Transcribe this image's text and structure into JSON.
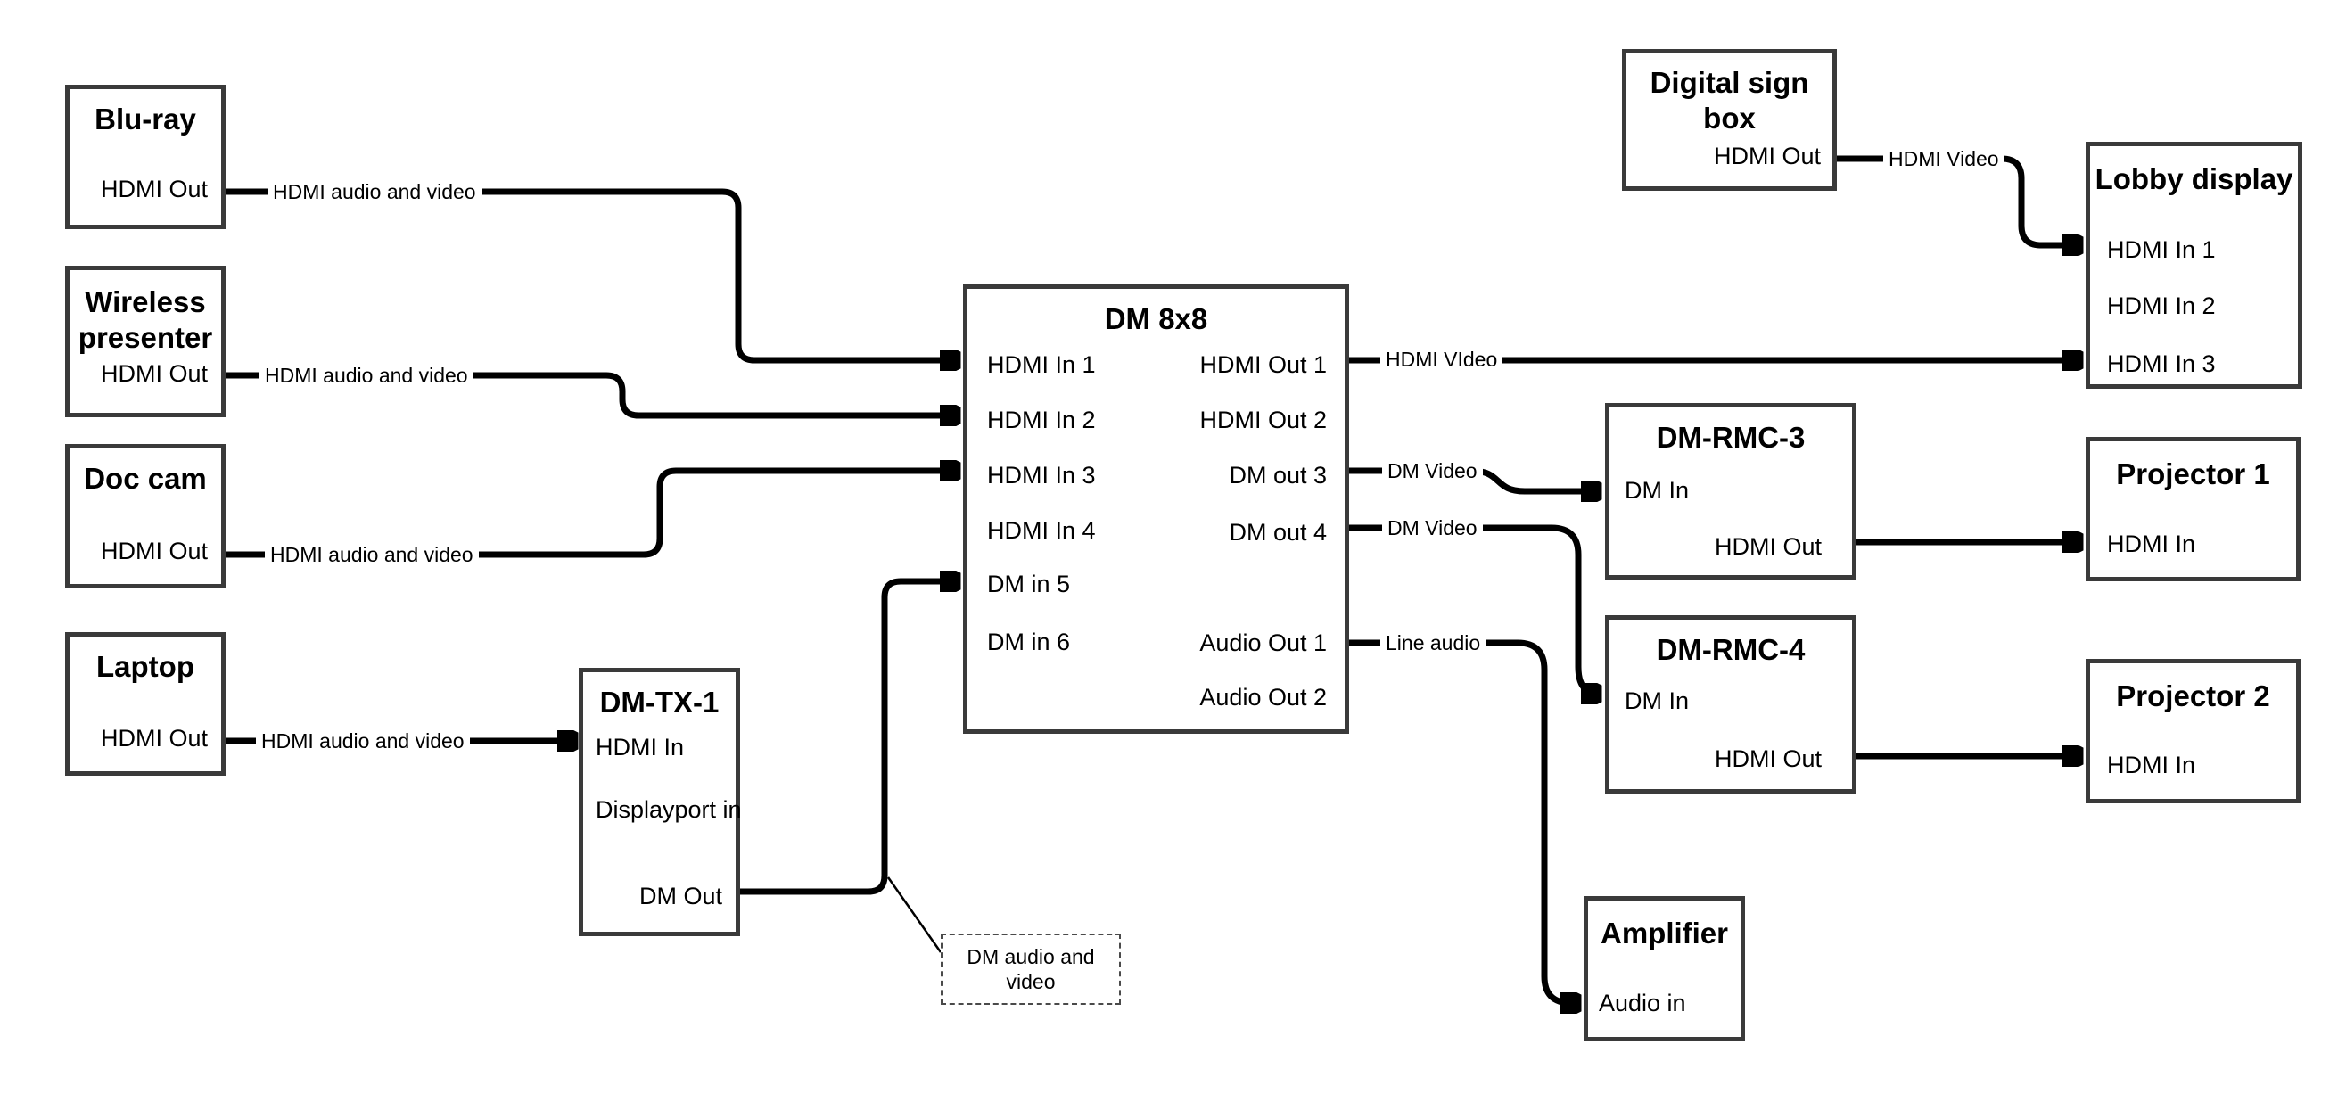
{
  "boxes": {
    "bluray": {
      "title": "Blu-ray",
      "port_hdmi_out": "HDMI Out"
    },
    "wireless_presenter": {
      "title": "Wireless presenter",
      "port_hdmi_out": "HDMI Out"
    },
    "doc_cam": {
      "title": "Doc cam",
      "port_hdmi_out": "HDMI Out"
    },
    "laptop": {
      "title": "Laptop",
      "port_hdmi_out": "HDMI Out"
    },
    "dm_tx_1": {
      "title": "DM-TX-1",
      "port_hdmi_in": "HDMI In",
      "port_displayport_in": "Displayport in",
      "port_dm_out": "DM Out"
    },
    "dm_8x8": {
      "title": "DM 8x8",
      "inputs": [
        "HDMI In 1",
        "HDMI In 2",
        "HDMI In 3",
        "HDMI In 4",
        "DM in 5",
        "DM in 6"
      ],
      "outputs": [
        "HDMI Out 1",
        "HDMI Out 2",
        "DM out 3",
        "DM out 4",
        "Audio Out 1",
        "Audio Out 2"
      ]
    },
    "digital_sign_box": {
      "title": "Digital sign box",
      "port_hdmi_out": "HDMI Out"
    },
    "lobby_display": {
      "title": "Lobby display",
      "ports": [
        "HDMI In 1",
        "HDMI In 2",
        "HDMI In 3"
      ]
    },
    "dm_rmc_3": {
      "title": "DM-RMC-3",
      "port_dm_in": "DM In",
      "port_hdmi_out": "HDMI Out"
    },
    "dm_rmc_4": {
      "title": "DM-RMC-4",
      "port_dm_in": "DM In",
      "port_hdmi_out": "HDMI Out"
    },
    "projector_1": {
      "title": "Projector 1",
      "port_hdmi_in": "HDMI In"
    },
    "projector_2": {
      "title": "Projector 2",
      "port_hdmi_in": "HDMI In"
    },
    "amplifier": {
      "title": "Amplifier",
      "port_audio_in": "Audio in"
    }
  },
  "wire_labels": {
    "bluray_feed": "HDMI audio and video",
    "wireless_feed": "HDMI audio and video",
    "doc_cam_feed": "HDMI audio and video",
    "laptop_feed": "HDMI audio and video",
    "hdmi_out1_feed": "HDMI VIdeo",
    "dm_out3_feed": "DM Video",
    "dm_out4_feed": "DM Video",
    "audio_out1_feed": "Line audio",
    "digital_sign_feed": "HDMI Video"
  },
  "note": {
    "text": "DM audio and video"
  },
  "colors": {
    "background": "#ffffff",
    "box_border": "#3a3a3a",
    "wire": "#000000",
    "text": "#000000"
  }
}
